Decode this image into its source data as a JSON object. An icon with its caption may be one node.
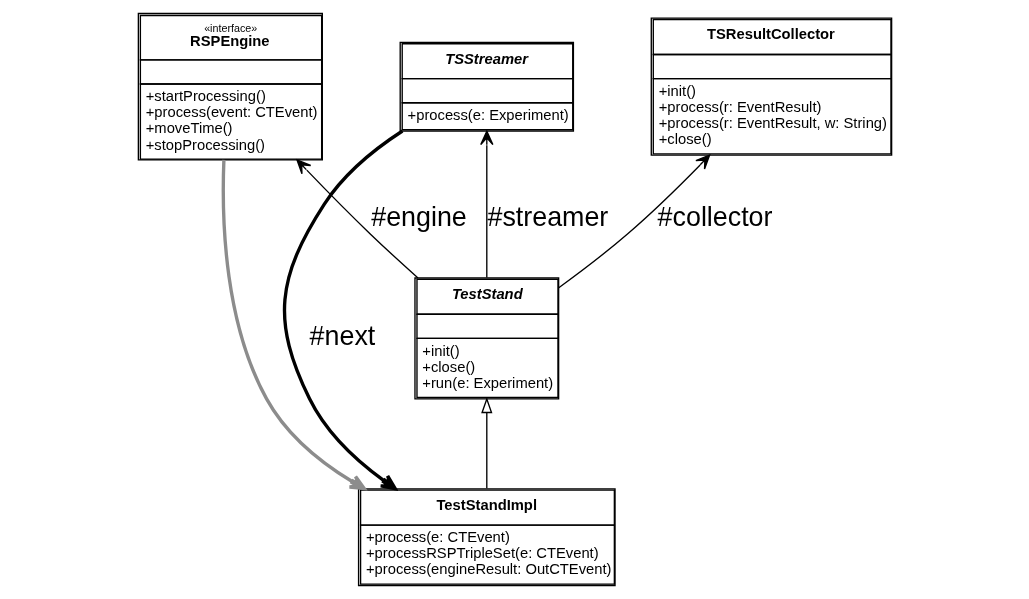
{
  "diagram": {
    "nodes": [
      {
        "text": [
          "«interface»",
          "RSPEngine",
          "+startProcessing()",
          "+process(event: CTEvent)",
          "+moveTime()",
          "+stopProcessing()"
        ]
      },
      {
        "text": [
          "TSStreamer",
          "+process(e: Experiment)"
        ]
      },
      {
        "text": [
          "TSResultCollector",
          "+init()",
          "+process(r: EventResult)",
          "+process(r: EventResult, w: String)",
          "+close()"
        ]
      },
      {
        "text": [
          "TestStand",
          "+init()",
          "+close()",
          "+run(e: Experiment)"
        ]
      },
      {
        "text": [
          "TestStandImpl",
          "+process(e: CTEvent)",
          "+processRSPTripleSet(e: CTEvent)",
          "+process(engineResult: OutCTEvent)"
        ]
      }
    ],
    "edges": [
      {
        "from": 3,
        "to": 0,
        "arrow": "to",
        "label": "#engine"
      },
      {
        "from": 3,
        "to": 1,
        "arrow": "to",
        "label": "#streamer"
      },
      {
        "from": 3,
        "to": 2,
        "arrow": "to",
        "label": "#collector"
      },
      {
        "from": 4,
        "to": 3,
        "arrow": "to"
      },
      {
        "from": 1,
        "to": 4,
        "arrow": "to",
        "label": "#next",
        "style": "thick"
      },
      {
        "from": 0,
        "to": 4,
        "arrow": "to",
        "style": "thick",
        "color": "#8c8c8c"
      }
    ]
  }
}
